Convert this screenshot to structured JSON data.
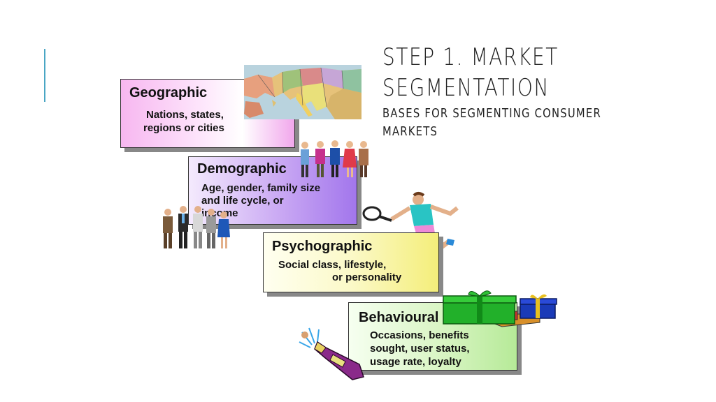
{
  "slide": {
    "title_line1": "STEP 1. MARKET",
    "title_line2": "SEGMENTATION",
    "subtitle_line1": "BASES FOR SEGMENTING CONSUMER",
    "subtitle_line2": "MARKETS"
  },
  "bases": [
    {
      "heading": "Geographic",
      "lines": [
        "Nations, states,",
        "regions or cities"
      ]
    },
    {
      "heading": "Demographic",
      "lines": [
        "Age, gender, family size",
        "and life cycle,         or",
        "income"
      ]
    },
    {
      "heading": "Psychographic",
      "lines": [
        "Social class, lifestyle,",
        "or personality"
      ]
    },
    {
      "heading": "Behavioural",
      "lines": [
        "Occasions, benefits",
        "sought, user status,",
        "usage rate, loyalty"
      ]
    }
  ],
  "colors": {
    "accent_line": "#4aa6c4",
    "geographic": "#f7b7f0",
    "demographic": "#b48cf0",
    "psychographic": "#f4ee7a",
    "behavioural": "#b6ea98"
  },
  "icons": [
    "europe-map-icon",
    "people-group-icon",
    "business-people-icon",
    "tennis-player-icon",
    "gift-boxes-icon",
    "champagne-bottle-icon"
  ]
}
